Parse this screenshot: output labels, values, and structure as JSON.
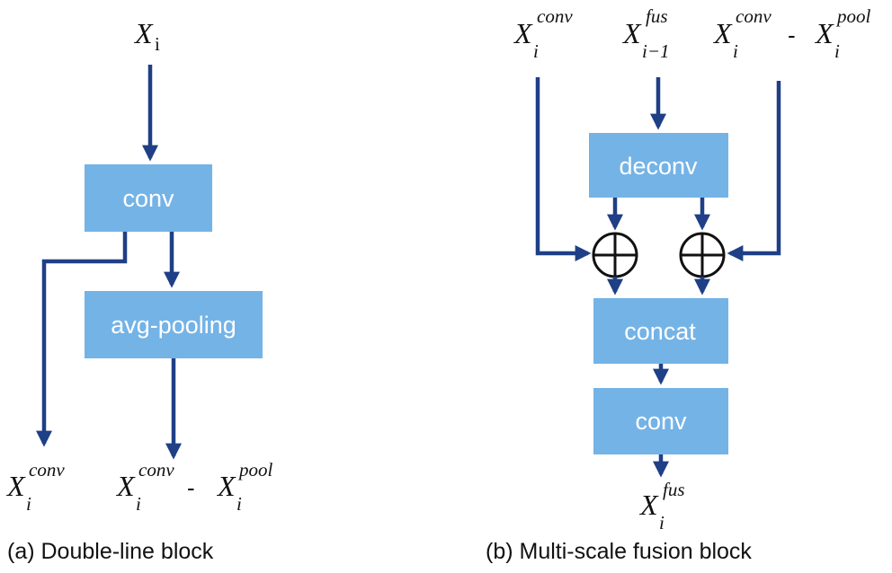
{
  "block_a": {
    "input": {
      "base": "X",
      "sub": "i"
    },
    "boxes": {
      "conv": "conv",
      "pool": "avg-pooling"
    },
    "outputs": {
      "left": {
        "base": "X",
        "sub": "i",
        "sup": "conv"
      },
      "right_a": {
        "base": "X",
        "sub": "i",
        "sup": "conv"
      },
      "sep": "-",
      "right_b": {
        "base": "X",
        "sub": "i",
        "sup": "pool"
      }
    },
    "caption": "(a) Double-line block"
  },
  "block_b": {
    "inputs": {
      "conv": {
        "base": "X",
        "sub": "i",
        "sup": "conv"
      },
      "fus": {
        "base": "X",
        "sub": "i−1",
        "sup": "fus"
      },
      "cp_a": {
        "base": "X",
        "sub": "i",
        "sup": "conv"
      },
      "sep": "-",
      "cp_b": {
        "base": "X",
        "sub": "i",
        "sup": "pool"
      }
    },
    "boxes": {
      "deconv": "deconv",
      "concat": "concat",
      "conv": "conv"
    },
    "output": {
      "base": "X",
      "sub": "i",
      "sup": "fus"
    },
    "caption": "(b) Multi-scale fusion block"
  },
  "colors": {
    "box": "#74b3e6",
    "arrow": "#1f3f86",
    "text": "#111111"
  }
}
